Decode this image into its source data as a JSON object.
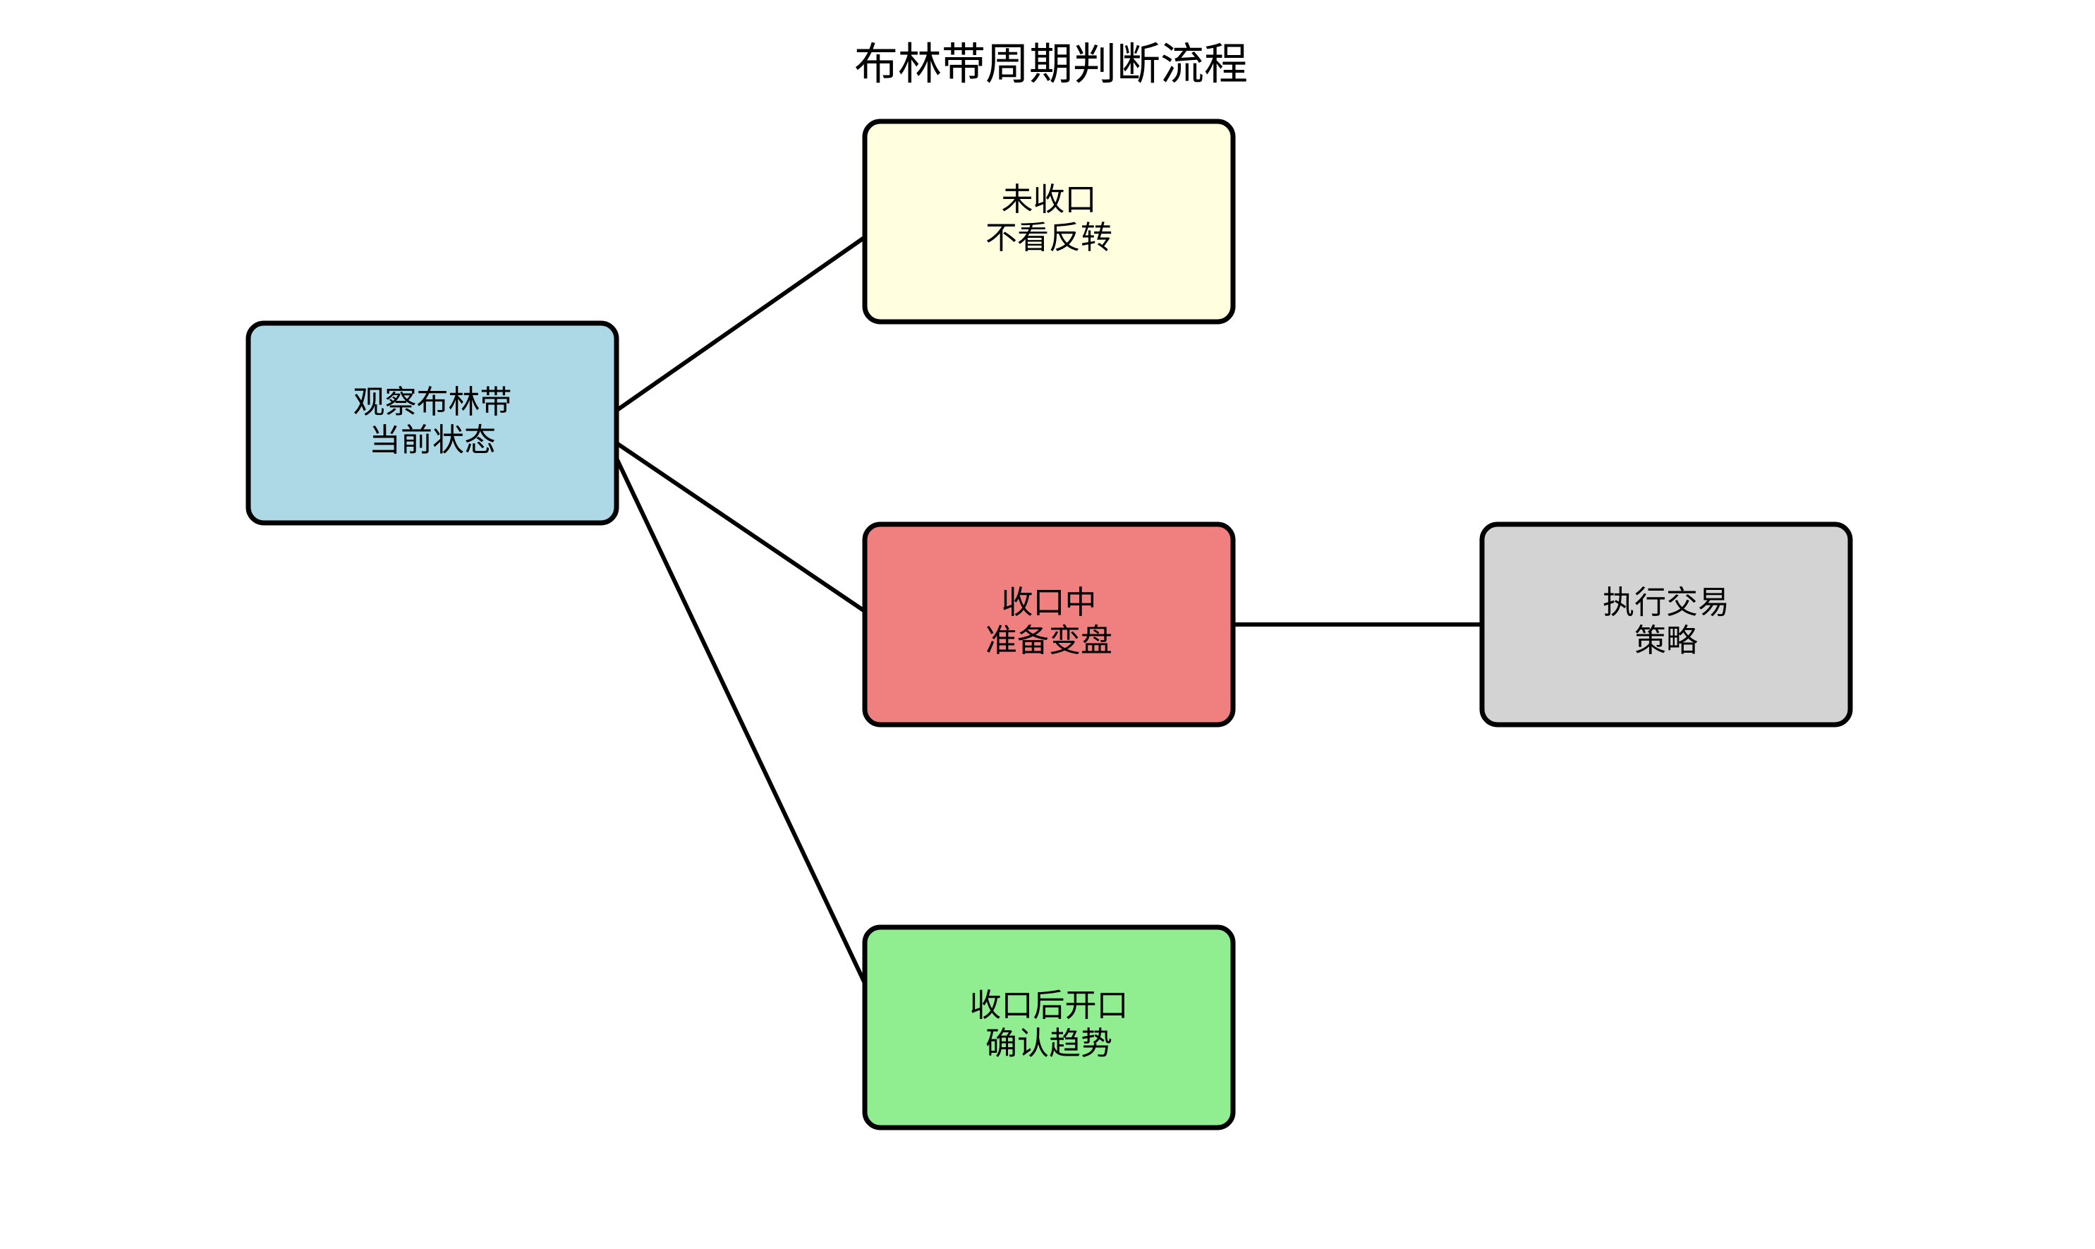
{
  "diagram": {
    "title": "布林带周期判断流程",
    "nodes": [
      {
        "id": "observe",
        "line1": "观察布林带",
        "line2": "当前状态",
        "fill": "#add8e6"
      },
      {
        "id": "not-narrowing",
        "line1": "未收口",
        "line2": "不看反转",
        "fill": "#ffffe0"
      },
      {
        "id": "narrowing",
        "line1": "收口中",
        "line2": "准备变盘",
        "fill": "#f08080"
      },
      {
        "id": "after-opening",
        "line1": "收口后开口",
        "line2": "确认趋势",
        "fill": "#90ee90"
      },
      {
        "id": "execute",
        "line1": "执行交易",
        "line2": "策略",
        "fill": "#d3d3d3"
      }
    ],
    "edges": [
      {
        "from": "observe",
        "to": "not-narrowing"
      },
      {
        "from": "observe",
        "to": "narrowing"
      },
      {
        "from": "observe",
        "to": "after-opening"
      },
      {
        "from": "narrowing",
        "to": "execute"
      }
    ]
  }
}
